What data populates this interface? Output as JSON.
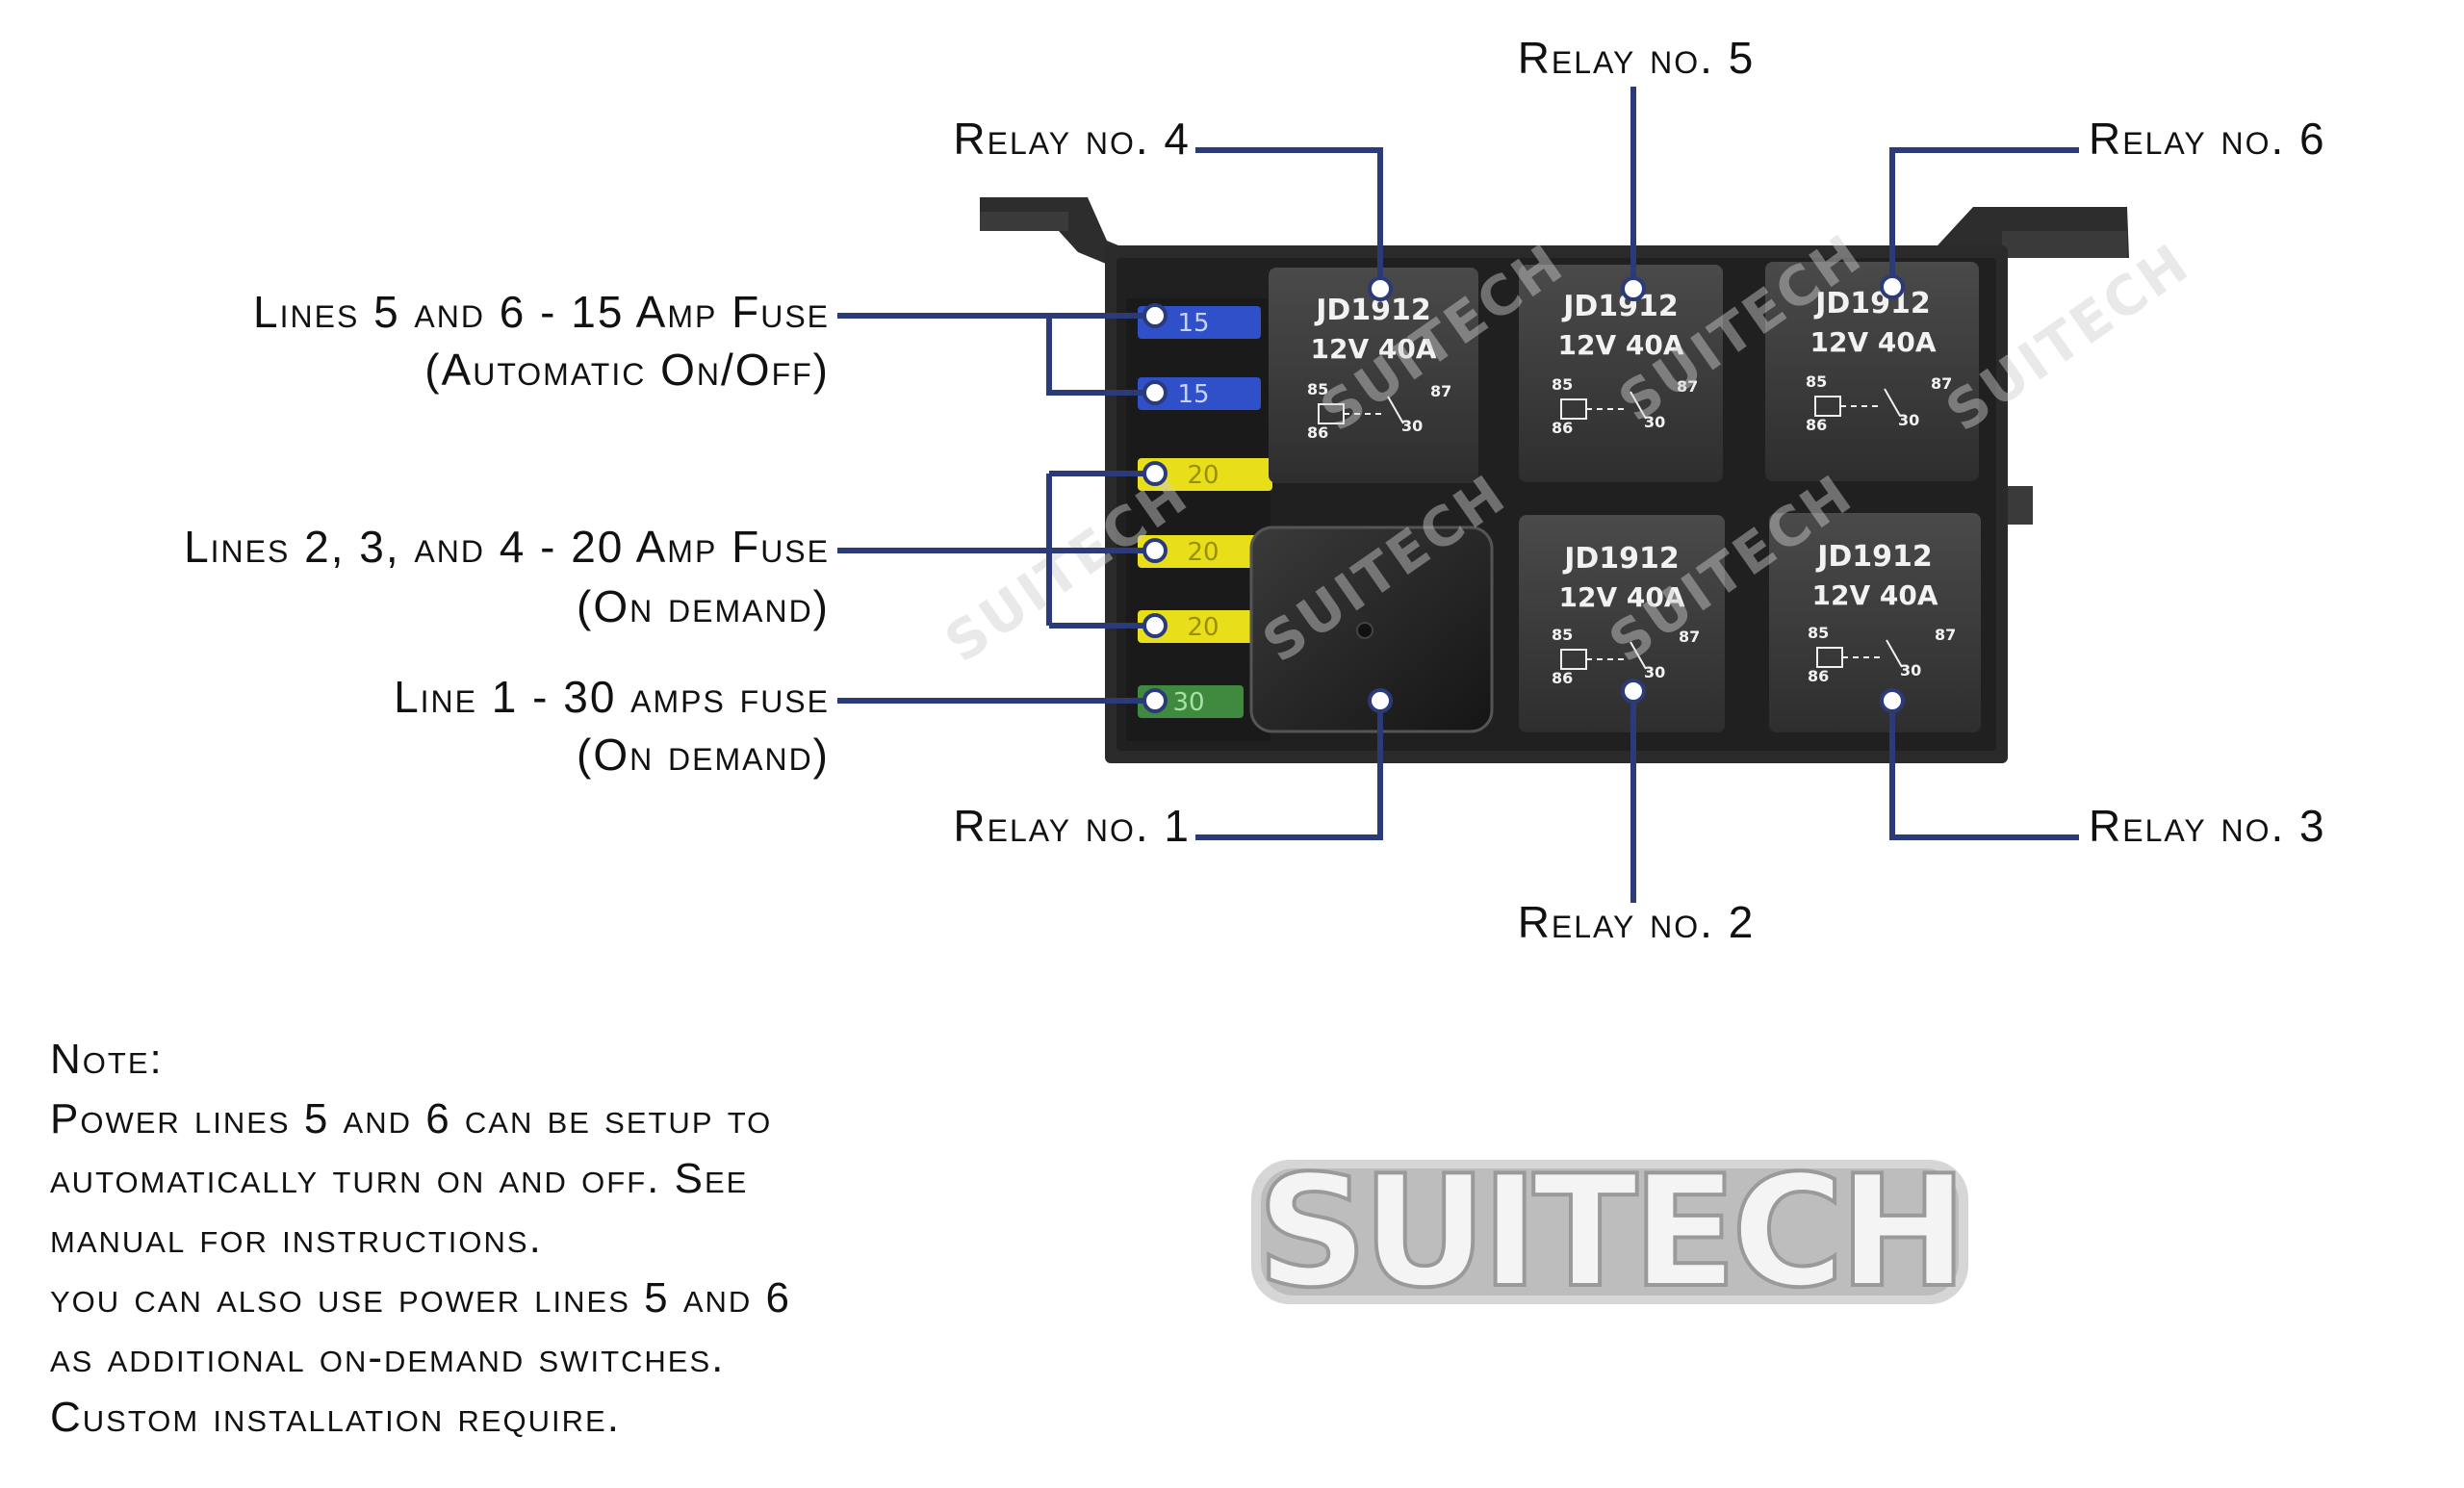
{
  "colors": {
    "leader_line": "#2b3a78",
    "box_body": "#2a2a2a",
    "relay_body": "#3b3b3b",
    "fuse_blue": "#2f50c9",
    "fuse_yellow": "#e8df1a",
    "fuse_green": "#3f8a3f",
    "brand_gray": "#b9b9b9"
  },
  "callouts": {
    "relay4": "Relay no. 4",
    "relay5": "Relay no. 5",
    "relay6": "Relay no. 6",
    "relay1": "Relay no. 1",
    "relay2": "Relay no. 2",
    "relay3": "Relay no. 3",
    "lines56_line1": "Lines 5 and 6 - 15 Amp Fuse",
    "lines56_line2": "(Automatic On/Off)",
    "lines234_line1": "Lines 2, 3, and 4 - 20 Amp Fuse",
    "lines234_line2": "(On demand)",
    "line1_line1": "Line 1 - 30 amps fuse",
    "line1_line2": "(On demand)"
  },
  "relay_label": {
    "model": "JD1912",
    "rating": "12V 40A",
    "pin85": "85",
    "pin86": "86",
    "pin87": "87",
    "pin30": "30"
  },
  "note": {
    "heading": "Note:",
    "lines": [
      "Power lines 5 and 6 can be setup to",
      "automatically turn on and off. See",
      "manual for instructions.",
      "you can also use power lines 5 and 6",
      "as additional on-demand switches.",
      "Custom installation require."
    ]
  },
  "watermark": "SUITECH",
  "brand": "SUITECH"
}
